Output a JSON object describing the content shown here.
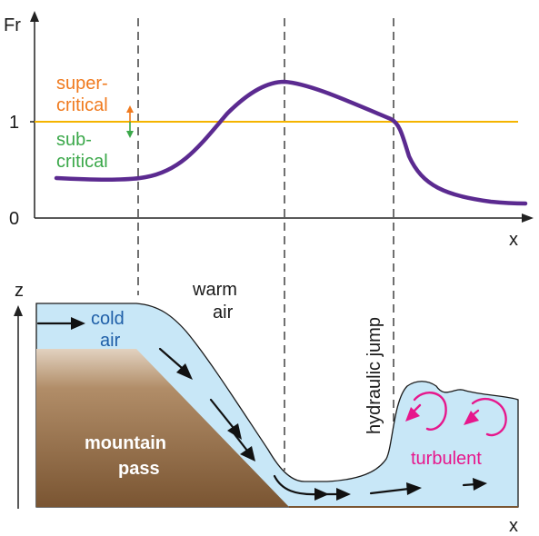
{
  "top_panel": {
    "y_axis_label": "Fr",
    "tick_one": "1",
    "tick_zero": "0",
    "x_axis_label": "x",
    "supercritical_line1": "super-",
    "supercritical_line2": "critical",
    "subcritical_line1": "sub-",
    "subcritical_line2": "critical"
  },
  "bottom_panel": {
    "y_axis_label": "z",
    "x_axis_label": "x",
    "cold_air_line1": "cold",
    "cold_air_line2": "air",
    "warm_air_line1": "warm",
    "warm_air_line2": "air",
    "mountain_line1": "mountain",
    "mountain_line2": "pass",
    "hydraulic_jump": "hydraulic jump",
    "turbulent": "turbulent"
  },
  "colors": {
    "froude_curve": "#5b2a90",
    "critical_line": "#f5b400",
    "cold_air_fill": "#c8e7f7",
    "mountain_top": "#e2d2c0",
    "mountain_bottom": "#7a5532",
    "turbulence": "#e6178c"
  },
  "chart_data": {
    "type": "line",
    "y_label": "Fr",
    "x_label": "x",
    "y_ticks": [
      "0",
      "1"
    ],
    "series": [
      {
        "points": [
          [
            0.0,
            0.39
          ],
          [
            0.2,
            0.38
          ],
          [
            0.4,
            0.38
          ],
          [
            0.6,
            0.44
          ],
          [
            0.9,
            0.72
          ],
          [
            1.2,
            1.1
          ],
          [
            1.5,
            1.38
          ],
          [
            1.7,
            1.42
          ],
          [
            2.0,
            1.32
          ],
          [
            2.4,
            1.1
          ],
          [
            2.55,
            1.01
          ],
          [
            2.7,
            0.7
          ],
          [
            2.9,
            0.32
          ],
          [
            3.2,
            0.17
          ],
          [
            3.5,
            0.13
          ]
        ]
      }
    ],
    "reference_line": {
      "y": 1
    }
  }
}
